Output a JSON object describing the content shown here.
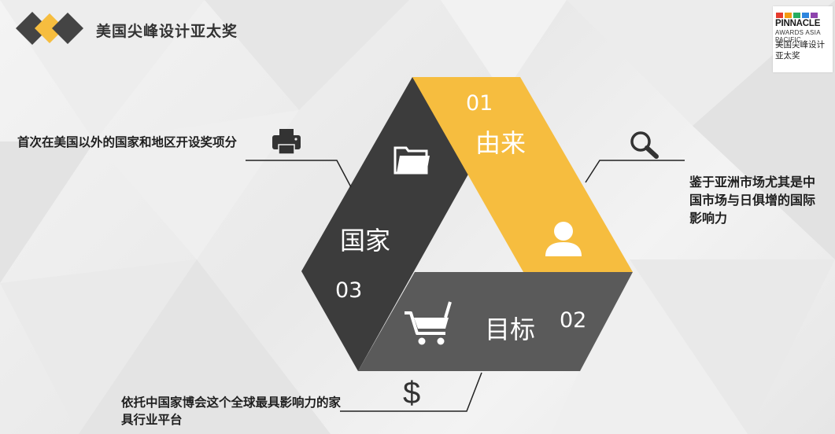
{
  "header": {
    "title": "美国尖峰设计亚太奖"
  },
  "brand": {
    "name": "PINNACLE",
    "sub": "AWARDS ASIA PACIFIC",
    "zh_line1": "美国尖峰设计",
    "zh_line2": "亚太奖",
    "square_colors": [
      "#e63b2e",
      "#f39c12",
      "#27ae60",
      "#2e86de",
      "#8e44ad"
    ]
  },
  "segments": [
    {
      "number": "01",
      "title": "由来",
      "color": "#f6bd3f"
    },
    {
      "number": "02",
      "title": "目标",
      "color": "#5a5a5a"
    },
    {
      "number": "03",
      "title": "国家",
      "color": "#3c3c3c"
    }
  ],
  "callouts": {
    "left_top": "首次在美国以外的国家和地区开设奖项分",
    "right": "鉴于亚洲市场尤其是中国市场与日俱增的国际影响力",
    "bottom": "依托中国家博会这个全球最具影响力的家具行业平台"
  },
  "icons": {
    "printer": "printer-icon",
    "folder": "folder-icon",
    "search": "search-icon",
    "user": "user-icon",
    "cart": "cart-icon",
    "dollar": "dollar-icon"
  },
  "dollar_symbol": "$"
}
